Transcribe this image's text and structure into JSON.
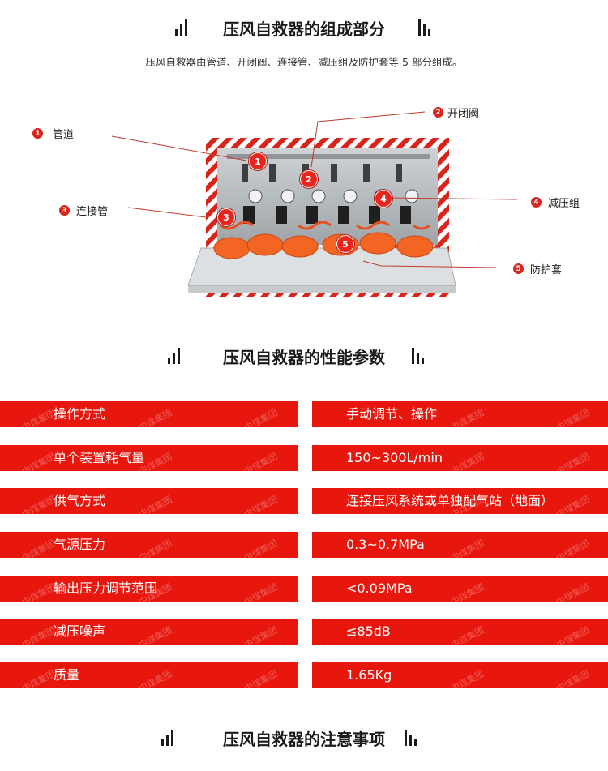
{
  "section1": {
    "title": "压风自救器的组成部分",
    "subtitle": "压风自救器由管道、开闭阀、连接管、减压组及防护套等 5 部分组成。"
  },
  "callouts": [
    {
      "num": "1",
      "label": "管道"
    },
    {
      "num": "2",
      "label": "开闭阀"
    },
    {
      "num": "3",
      "label": "连接管"
    },
    {
      "num": "4",
      "label": "减压组"
    },
    {
      "num": "5",
      "label": "防护套"
    }
  ],
  "section2": {
    "title": "压风自救器的性能参数"
  },
  "params": [
    {
      "name": "操作方式",
      "value": "手动调节、操作"
    },
    {
      "name": "单个装置耗气量",
      "value": "150~300L/min"
    },
    {
      "name": "供气方式",
      "value": "连接压风系统或单独配气站（地面）"
    },
    {
      "name": "气源压力",
      "value": "0.3~0.7MPa"
    },
    {
      "name": "输出压力调节范围",
      "value": "<0.09MPa"
    },
    {
      "name": "减压噪声",
      "value": "≤85dB"
    },
    {
      "name": "质量",
      "value": "1.65Kg"
    }
  ],
  "watermark": "中煤集团",
  "section3": {
    "title": "压风自救器的注意事项"
  },
  "colors": {
    "accent_red": "#e8170e",
    "badge_red": "#d9261c",
    "text_dark": "#1a1a1a"
  }
}
